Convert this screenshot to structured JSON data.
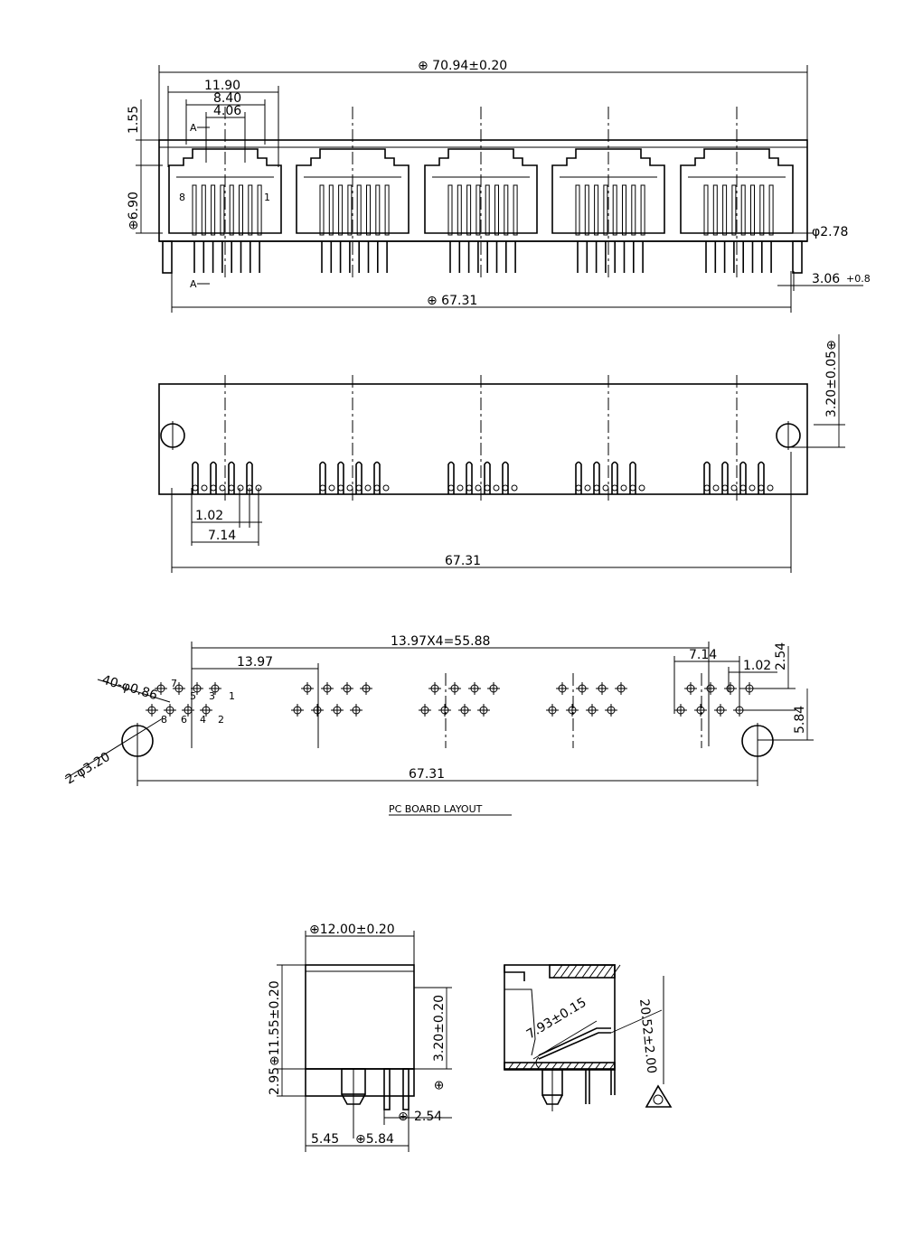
{
  "front_view": {
    "overall_width": "⊕ 70.94±0.20",
    "dim_11_90": "11.90",
    "dim_8_40": "8.40",
    "dim_4_06": "4.06",
    "dim_1_55": "1.55",
    "dim_6_90": "⊕6.90",
    "dim_2_78": "φ2.78",
    "dim_3_06": "3.06",
    "dim_3_06_tol": "+0.8",
    "pin_count_width": "⊕ 67.31",
    "section_marker": "A",
    "pin_label_8": "8",
    "pin_label_1": "1"
  },
  "bottom_view": {
    "dim_3_20": "3.20±0.05⊕",
    "dim_1_02": "1.02",
    "dim_7_14": "7.14",
    "dim_67_31": "67.31"
  },
  "pcb_layout": {
    "pitch": "13.97X4=55.88",
    "dim_13_97": "13.97",
    "dim_7_14": "7.14",
    "dim_1_02": "1.02",
    "dim_2_54": "2.54",
    "dim_5_84": "5.84",
    "holes_small": "40-φ0.86",
    "holes_large": "2-φ3.20",
    "dim_67_31": "67.31",
    "pin_numbers": [
      "7",
      "5",
      "3",
      "1",
      "8",
      "6",
      "4",
      "2"
    ],
    "title": "PC BOARD LAYOUT"
  },
  "side_view": {
    "width": "⊕12.00±0.20",
    "height": "⊕11.55±0.20",
    "dim_2_95": "2.95",
    "dim_3_20": "3.20±0.20",
    "dim_2_54": "2.54",
    "dim_5_45": "5.45",
    "dim_5_84": "⊕5.84",
    "dim_7_93": "7.93±0.15",
    "dim_20_52": "20.52±2.00",
    "datum_symbol": "⊕"
  }
}
